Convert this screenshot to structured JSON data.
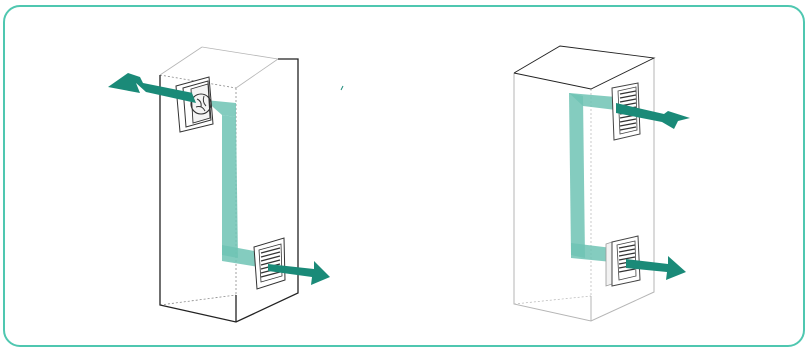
{
  "diagram": {
    "colors": {
      "frame": "#4fc7b0",
      "airflow_exhaust": "#1a8a78",
      "airflow_internal": "#6ec3b4",
      "cabinet_line": "#222222",
      "cabinet_hidden_line": "#8a8a8a",
      "cabinet_faint_line": "#b5b5b5",
      "vent_fill": "#ffffff",
      "vent_slat": "#333333"
    },
    "figures": [
      {
        "id": "left-cabinet",
        "components": [
          "fan-unit-top",
          "louvered-vent-bottom"
        ],
        "airflow_icons": [
          "airflow-in-arrow",
          "internal-airflow-path",
          "airflow-out-arrow"
        ]
      },
      {
        "id": "right-cabinet",
        "components": [
          "louvered-vent-top",
          "louvered-vent-bottom"
        ],
        "airflow_icons": [
          "airflow-in-arrow",
          "internal-airflow-path",
          "airflow-out-arrow"
        ]
      }
    ]
  }
}
